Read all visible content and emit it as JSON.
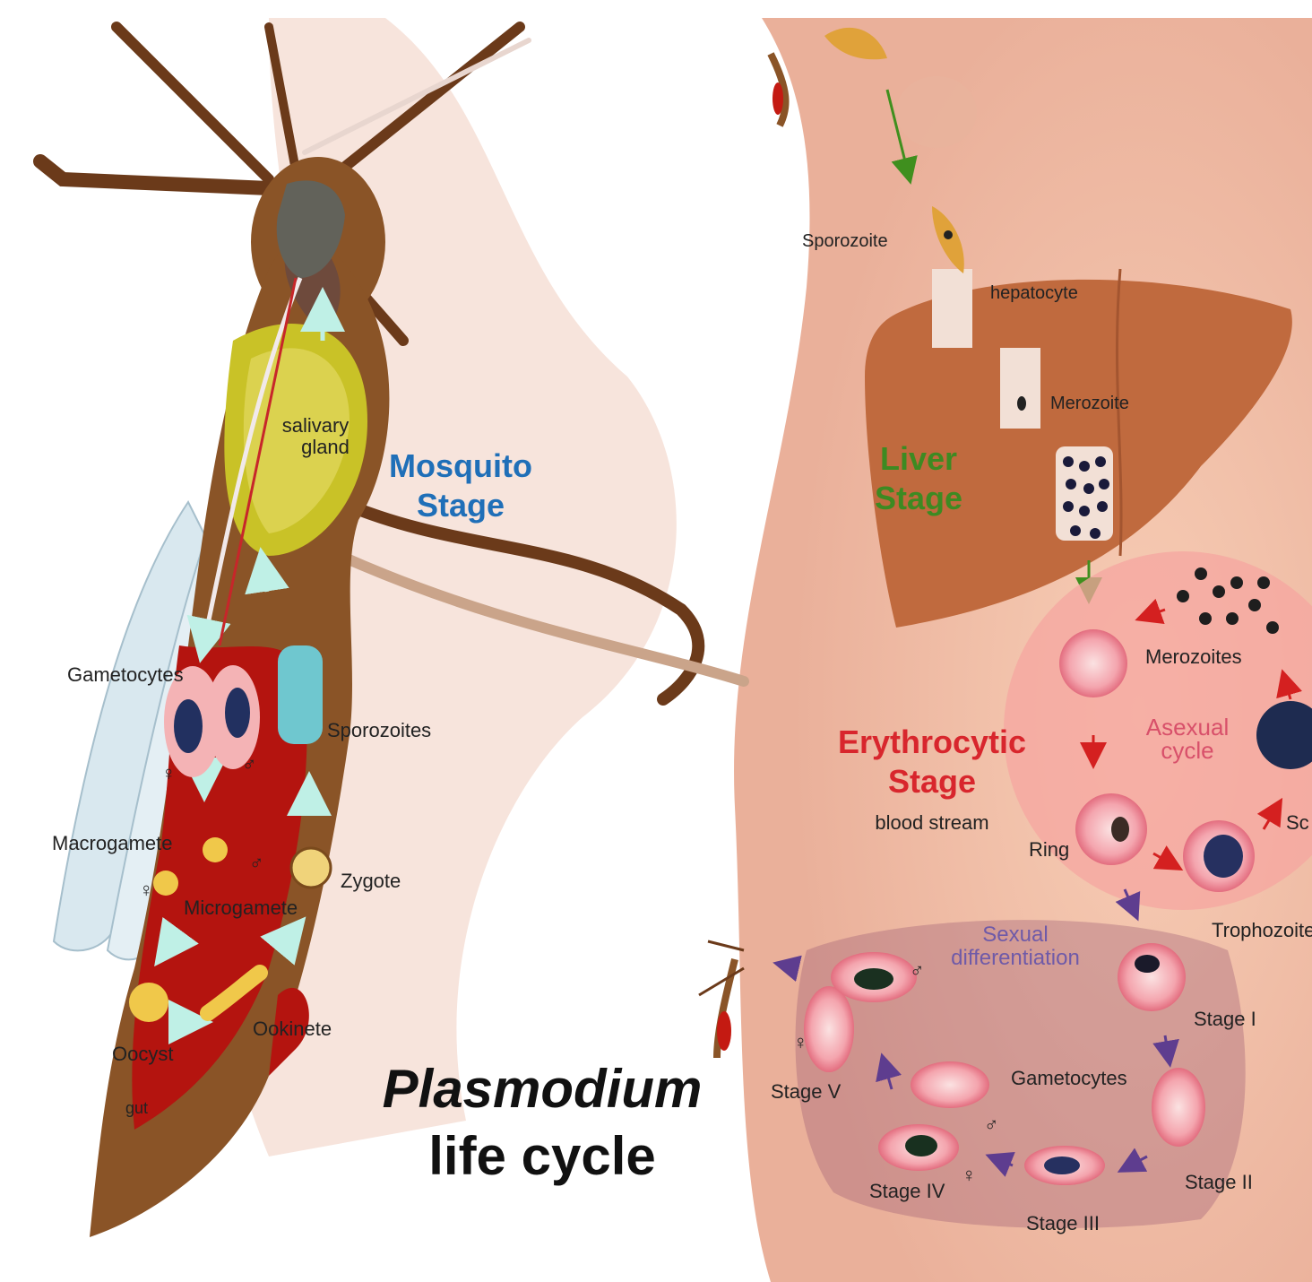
{
  "title": {
    "line1": "Plasmodium",
    "line2": "life cycle"
  },
  "stages": {
    "mosquito": {
      "line1": "Mosquito",
      "line2": "Stage",
      "color": "#1f6fb8"
    },
    "liver": {
      "line1": "Liver",
      "line2": "Stage",
      "color": "#3d8a22"
    },
    "erythrocytic": {
      "line1": "Erythrocytic",
      "line2": "Stage",
      "sub": "blood stream",
      "color": "#d8262d"
    }
  },
  "mosquito_labels": {
    "salivary_1": "salivary",
    "salivary_2": "gland",
    "gametocytes": "Gametocytes",
    "sporozoites": "Sporozoites",
    "macrogamete": "Macrogamete",
    "microgamete": "Microgamete",
    "zygote": "Zygote",
    "ookinete": "Ookinete",
    "oocyst": "Oocyst",
    "gut": "gut"
  },
  "liver_labels": {
    "sporozoite": "Sporozoite",
    "hepatocyte": "hepatocyte",
    "merozoite": "Merozoite"
  },
  "asexual_labels": {
    "merozoites": "Merozoites",
    "cycle_1": "Asexual",
    "cycle_2": "cycle",
    "ring": "Ring",
    "trophozoite": "Trophozoite",
    "schizont_partial": "Sc"
  },
  "sexual_labels": {
    "diff_1": "Sexual",
    "diff_2": "differentiation",
    "gametocytes": "Gametocytes",
    "stage_1": "Stage I",
    "stage_2": "Stage II",
    "stage_3": "Stage III",
    "stage_4": "Stage IV",
    "stage_5": "Stage V"
  },
  "symbols": {
    "female": "♀",
    "male": "♂"
  },
  "colors": {
    "skin": "#f2c3ad",
    "liver": "#c06a3e",
    "mosquito_body": "#8a5427",
    "gut": "#b4140f",
    "rbc": "#f4a3aa",
    "arrow_green": "#3f8f1e",
    "arrow_red": "#d42020",
    "arrow_purple": "#5e3d8f",
    "arrow_cyan": "#a8e0d8"
  }
}
